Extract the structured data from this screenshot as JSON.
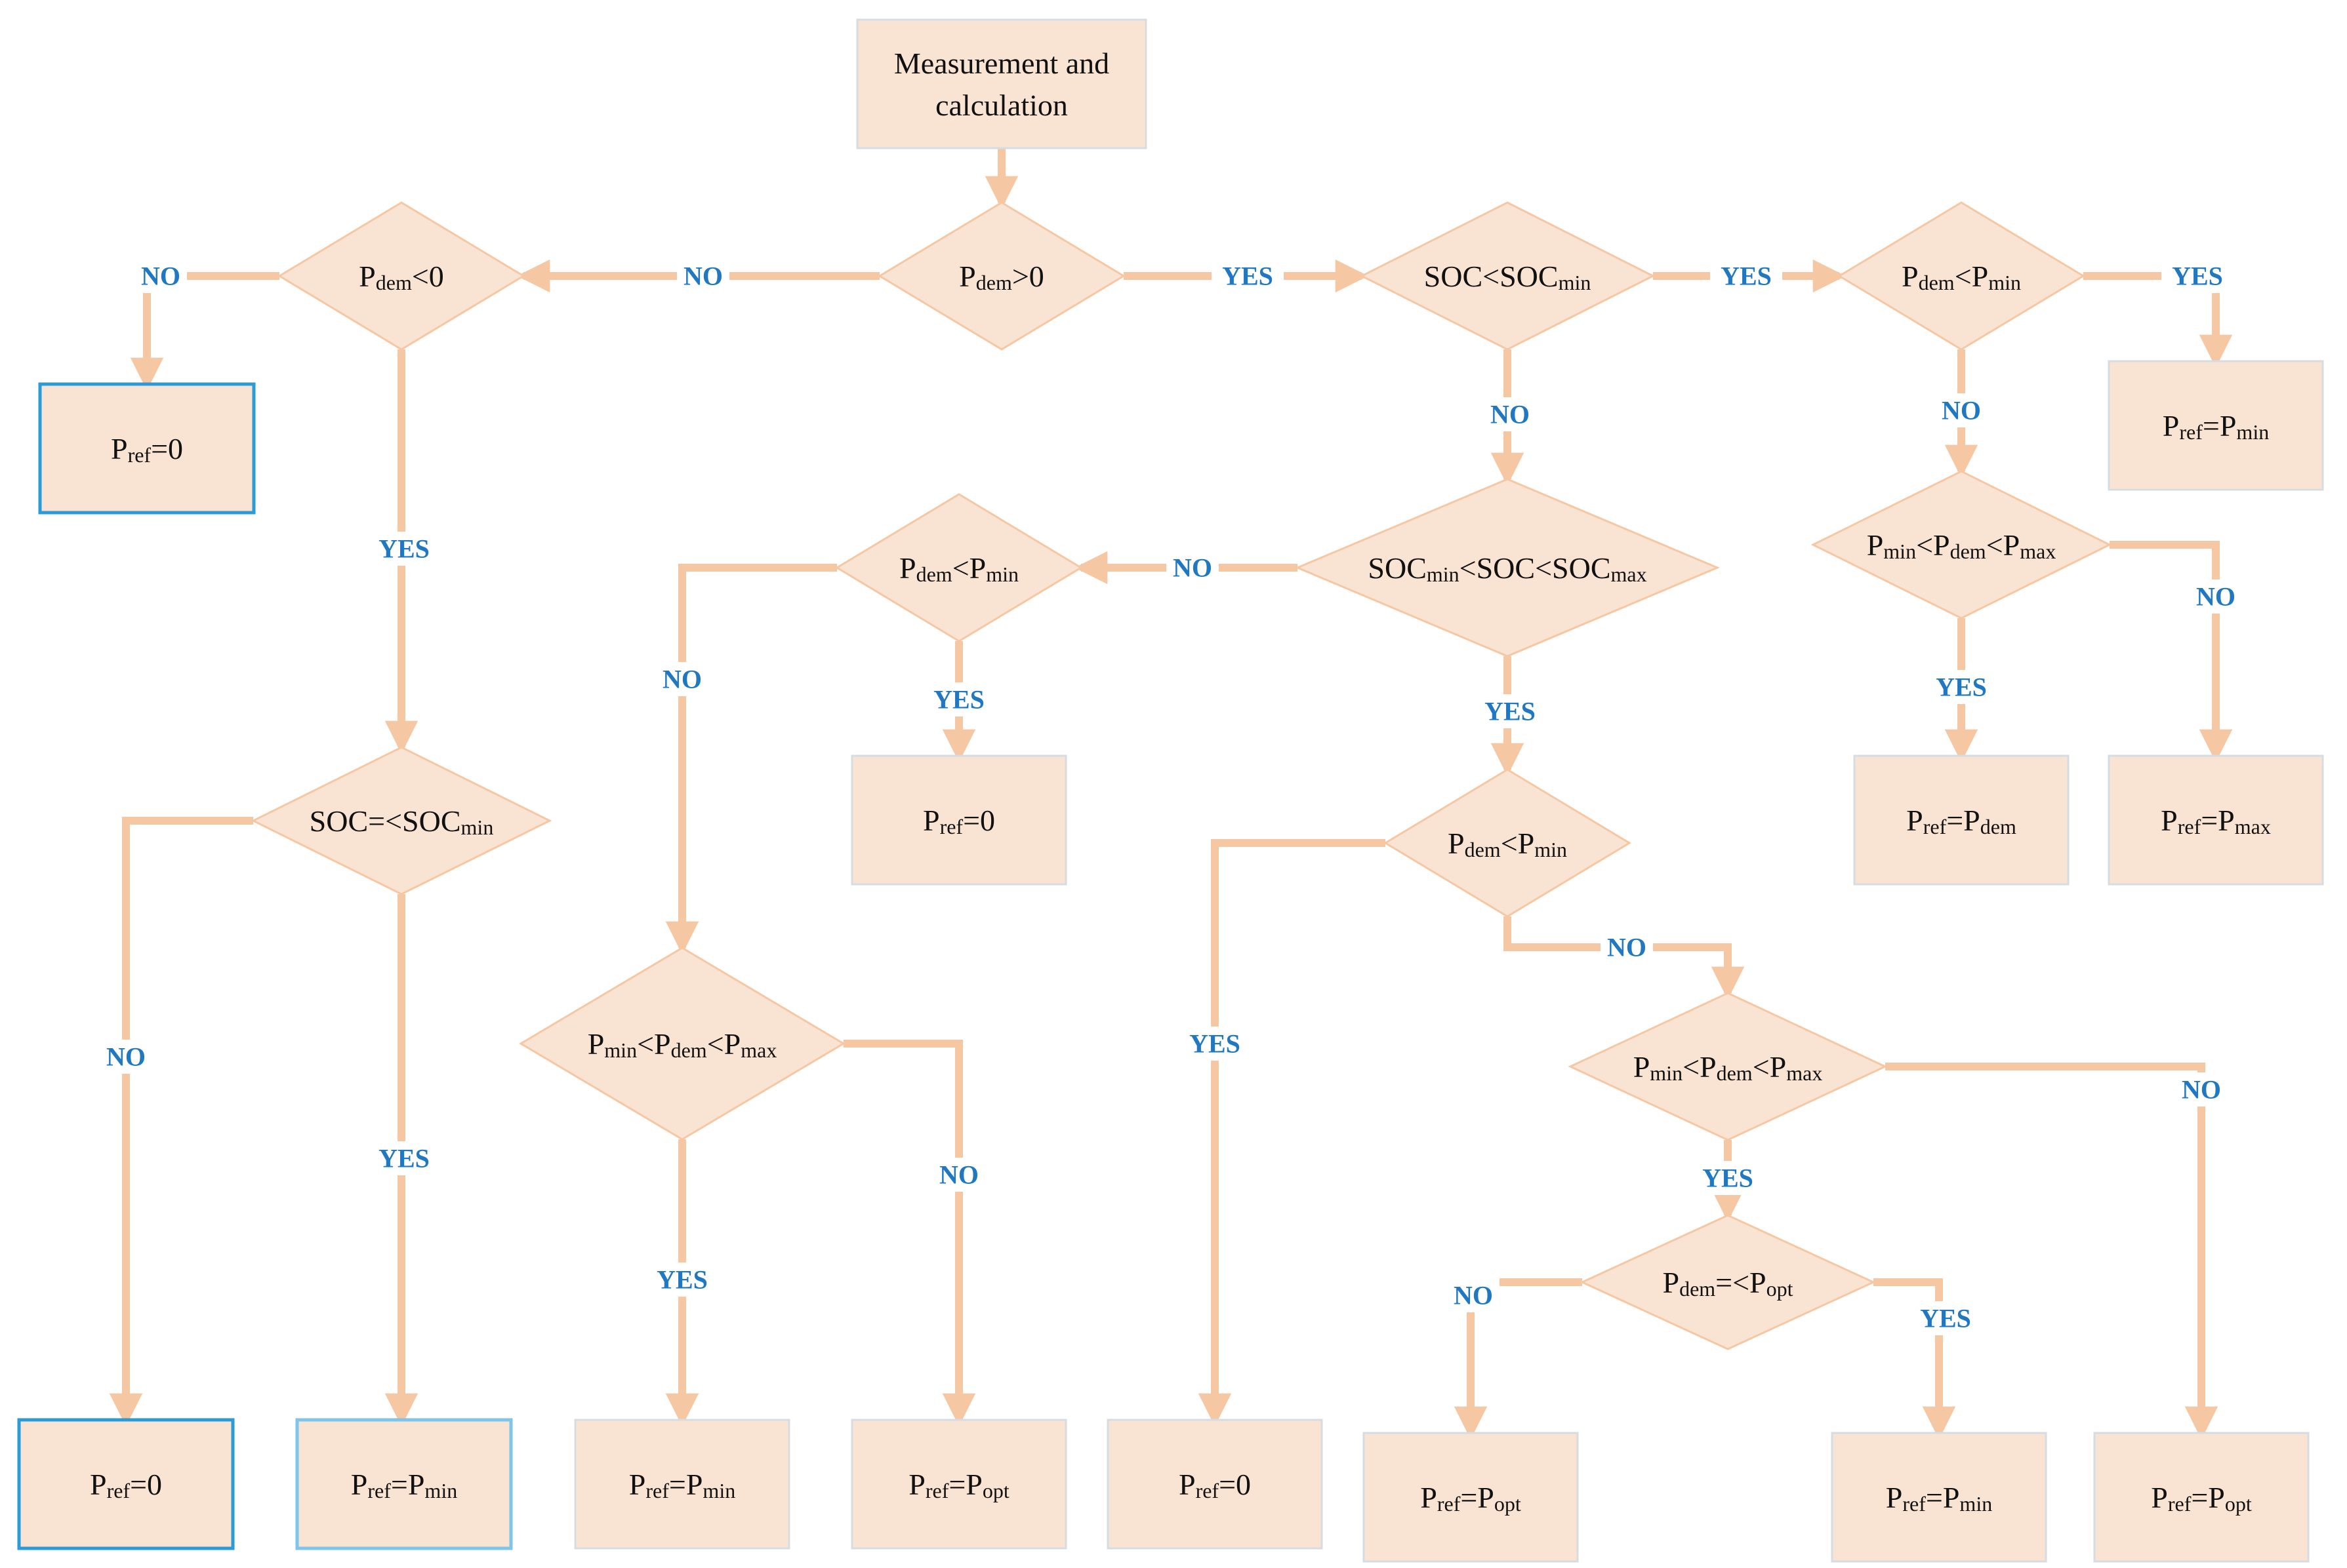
{
  "colors": {
    "fill": "#f9e4d4",
    "line": "#f6c7a3",
    "box_border": "#d6dde2",
    "diamond_border": "#f6c7a3",
    "highlight_dark": "#2a9bd6",
    "highlight_light": "#7ec5ea",
    "label": "#1f78c1",
    "text": "#111111"
  },
  "nodes": [
    {
      "id": "start",
      "shape": "box",
      "lines": [
        [
          {
            "t": "Measurement and"
          }
        ],
        [
          {
            "t": "calculation"
          }
        ]
      ]
    },
    {
      "id": "d_pdem_gt0",
      "shape": "diamond",
      "lines": [
        [
          {
            "t": "P"
          },
          {
            "t": "dem",
            "s": 1
          },
          {
            "t": ">0"
          }
        ]
      ]
    },
    {
      "id": "d_pdem_lt0",
      "shape": "diamond",
      "lines": [
        [
          {
            "t": "P"
          },
          {
            "t": "dem",
            "s": 1
          },
          {
            "t": "<0"
          }
        ]
      ]
    },
    {
      "id": "b_pref0_top",
      "shape": "box",
      "highlight": "dark",
      "lines": [
        [
          {
            "t": "P"
          },
          {
            "t": "ref",
            "s": 1
          },
          {
            "t": "=0"
          }
        ]
      ]
    },
    {
      "id": "d_soc_le_min",
      "shape": "diamond",
      "lines": [
        [
          {
            "t": "SOC=<SOC"
          },
          {
            "t": "min",
            "s": 1
          }
        ]
      ]
    },
    {
      "id": "b_pref0_bl",
      "shape": "box",
      "highlight": "dark",
      "lines": [
        [
          {
            "t": "P"
          },
          {
            "t": "ref",
            "s": 1
          },
          {
            "t": "=0"
          }
        ]
      ]
    },
    {
      "id": "b_prefmin_bl",
      "shape": "box",
      "highlight": "light",
      "lines": [
        [
          {
            "t": "P"
          },
          {
            "t": "ref",
            "s": 1
          },
          {
            "t": "=P"
          },
          {
            "t": "min",
            "s": 1
          }
        ]
      ]
    },
    {
      "id": "d_soc_lt_min",
      "shape": "diamond",
      "lines": [
        [
          {
            "t": "SOC<SOC"
          },
          {
            "t": "min",
            "s": 1
          }
        ]
      ]
    },
    {
      "id": "d_pdem_lt_pmin_r",
      "shape": "diamond",
      "lines": [
        [
          {
            "t": "P"
          },
          {
            "t": "dem",
            "s": 1
          },
          {
            "t": "<P"
          },
          {
            "t": "min",
            "s": 1
          }
        ]
      ]
    },
    {
      "id": "b_prefmin_r",
      "shape": "box",
      "lines": [
        [
          {
            "t": "P"
          },
          {
            "t": "ref",
            "s": 1
          },
          {
            "t": "=P"
          },
          {
            "t": "min",
            "s": 1
          }
        ]
      ]
    },
    {
      "id": "d_range_r",
      "shape": "diamond",
      "lines": [
        [
          {
            "t": "P"
          },
          {
            "t": "min",
            "s": 1
          },
          {
            "t": "<P"
          },
          {
            "t": "dem",
            "s": 1
          },
          {
            "t": "<P"
          },
          {
            "t": "max",
            "s": 1
          }
        ]
      ]
    },
    {
      "id": "b_prefdem_r",
      "shape": "box",
      "lines": [
        [
          {
            "t": "P"
          },
          {
            "t": "ref",
            "s": 1
          },
          {
            "t": "=P"
          },
          {
            "t": "dem",
            "s": 1
          }
        ]
      ]
    },
    {
      "id": "b_prefmax_r",
      "shape": "box",
      "lines": [
        [
          {
            "t": "P"
          },
          {
            "t": "ref",
            "s": 1
          },
          {
            "t": "=P"
          },
          {
            "t": "max",
            "s": 1
          }
        ]
      ]
    },
    {
      "id": "d_soc_mid",
      "shape": "diamond",
      "lines": [
        [
          {
            "t": "SOC"
          },
          {
            "t": "min",
            "s": 1
          },
          {
            "t": "<SOC<SOC"
          },
          {
            "t": "max",
            "s": 1
          }
        ]
      ]
    },
    {
      "id": "d_pdem_lt_pmin_m",
      "shape": "diamond",
      "lines": [
        [
          {
            "t": "P"
          },
          {
            "t": "dem",
            "s": 1
          },
          {
            "t": "<P"
          },
          {
            "t": "min",
            "s": 1
          }
        ]
      ]
    },
    {
      "id": "b_pref0_m",
      "shape": "box",
      "lines": [
        [
          {
            "t": "P"
          },
          {
            "t": "ref",
            "s": 1
          },
          {
            "t": "=0"
          }
        ]
      ]
    },
    {
      "id": "d_range_m",
      "shape": "diamond",
      "lines": [
        [
          {
            "t": "P"
          },
          {
            "t": "min",
            "s": 1
          },
          {
            "t": "<P"
          },
          {
            "t": "dem",
            "s": 1
          },
          {
            "t": "<P"
          },
          {
            "t": "max",
            "s": 1
          }
        ]
      ]
    },
    {
      "id": "b_prefmin_m",
      "shape": "box",
      "lines": [
        [
          {
            "t": "P"
          },
          {
            "t": "ref",
            "s": 1
          },
          {
            "t": "=P"
          },
          {
            "t": "min",
            "s": 1
          }
        ]
      ]
    },
    {
      "id": "b_prefopt_m",
      "shape": "box",
      "lines": [
        [
          {
            "t": "P"
          },
          {
            "t": "ref",
            "s": 1
          },
          {
            "t": "=P"
          },
          {
            "t": "opt",
            "s": 1
          }
        ]
      ]
    },
    {
      "id": "d_pdem_lt_pmin_c",
      "shape": "diamond",
      "lines": [
        [
          {
            "t": "P"
          },
          {
            "t": "dem",
            "s": 1
          },
          {
            "t": "<P"
          },
          {
            "t": "min",
            "s": 1
          }
        ]
      ]
    },
    {
      "id": "b_pref0_c",
      "shape": "box",
      "lines": [
        [
          {
            "t": "P"
          },
          {
            "t": "ref",
            "s": 1
          },
          {
            "t": "=0"
          }
        ]
      ]
    },
    {
      "id": "d_range_c",
      "shape": "diamond",
      "lines": [
        [
          {
            "t": "P"
          },
          {
            "t": "min",
            "s": 1
          },
          {
            "t": "<P"
          },
          {
            "t": "dem",
            "s": 1
          },
          {
            "t": "<P"
          },
          {
            "t": "max",
            "s": 1
          }
        ]
      ]
    },
    {
      "id": "d_pdem_le_popt",
      "shape": "diamond",
      "lines": [
        [
          {
            "t": "P"
          },
          {
            "t": "dem",
            "s": 1
          },
          {
            "t": "=<P"
          },
          {
            "t": "opt",
            "s": 1
          }
        ]
      ]
    },
    {
      "id": "b_prefopt_c1",
      "shape": "box",
      "lines": [
        [
          {
            "t": "P"
          },
          {
            "t": "ref",
            "s": 1
          },
          {
            "t": "=P"
          },
          {
            "t": "opt",
            "s": 1
          }
        ]
      ]
    },
    {
      "id": "b_prefmin_c",
      "shape": "box",
      "lines": [
        [
          {
            "t": "P"
          },
          {
            "t": "ref",
            "s": 1
          },
          {
            "t": "=P"
          },
          {
            "t": "min",
            "s": 1
          }
        ]
      ]
    },
    {
      "id": "b_prefopt_c2",
      "shape": "box",
      "lines": [
        [
          {
            "t": "P"
          },
          {
            "t": "ref",
            "s": 1
          },
          {
            "t": "=P"
          },
          {
            "t": "opt",
            "s": 1
          }
        ]
      ]
    }
  ],
  "edges": [
    {
      "id": "e0",
      "from": "start",
      "to": "d_pdem_gt0",
      "label": ""
    },
    {
      "id": "e1",
      "from": "d_pdem_gt0",
      "to": "d_pdem_lt0",
      "label": "NO"
    },
    {
      "id": "e2",
      "from": "d_pdem_gt0",
      "to": "d_soc_lt_min",
      "label": "YES"
    },
    {
      "id": "e3",
      "from": "d_pdem_lt0",
      "to": "b_pref0_top",
      "label": "NO"
    },
    {
      "id": "e4",
      "from": "d_pdem_lt0",
      "to": "d_soc_le_min",
      "label": "YES"
    },
    {
      "id": "e5",
      "from": "d_soc_le_min",
      "to": "b_pref0_bl",
      "label": "NO"
    },
    {
      "id": "e6",
      "from": "d_soc_le_min",
      "to": "b_prefmin_bl",
      "label": "YES"
    },
    {
      "id": "e7",
      "from": "d_soc_lt_min",
      "to": "d_pdem_lt_pmin_r",
      "label": "YES"
    },
    {
      "id": "e8",
      "from": "d_soc_lt_min",
      "to": "d_soc_mid",
      "label": "NO"
    },
    {
      "id": "e9",
      "from": "d_pdem_lt_pmin_r",
      "to": "b_prefmin_r",
      "label": "YES"
    },
    {
      "id": "e10",
      "from": "d_pdem_lt_pmin_r",
      "to": "d_range_r",
      "label": "NO"
    },
    {
      "id": "e11",
      "from": "d_range_r",
      "to": "b_prefdem_r",
      "label": "YES"
    },
    {
      "id": "e12",
      "from": "d_range_r",
      "to": "b_prefmax_r",
      "label": "NO"
    },
    {
      "id": "e13",
      "from": "d_soc_mid",
      "to": "d_pdem_lt_pmin_m",
      "label": "NO"
    },
    {
      "id": "e14",
      "from": "d_soc_mid",
      "to": "d_pdem_lt_pmin_c",
      "label": "YES"
    },
    {
      "id": "e15",
      "from": "d_pdem_lt_pmin_m",
      "to": "b_pref0_m",
      "label": "YES"
    },
    {
      "id": "e16",
      "from": "d_pdem_lt_pmin_m",
      "to": "d_range_m",
      "label": "NO"
    },
    {
      "id": "e17",
      "from": "d_range_m",
      "to": "b_prefmin_m",
      "label": "YES"
    },
    {
      "id": "e18",
      "from": "d_range_m",
      "to": "b_prefopt_m",
      "label": "NO"
    },
    {
      "id": "e19",
      "from": "d_pdem_lt_pmin_c",
      "to": "b_pref0_c",
      "label": "YES"
    },
    {
      "id": "e20",
      "from": "d_pdem_lt_pmin_c",
      "to": "d_range_c",
      "label": "NO"
    },
    {
      "id": "e21",
      "from": "d_range_c",
      "to": "d_pdem_le_popt",
      "label": "YES"
    },
    {
      "id": "e22",
      "from": "d_range_c",
      "to": "b_prefopt_c2",
      "label": "NO"
    },
    {
      "id": "e23",
      "from": "d_pdem_le_popt",
      "to": "b_prefopt_c1",
      "label": "NO"
    },
    {
      "id": "e24",
      "from": "d_pdem_le_popt",
      "to": "b_prefmin_c",
      "label": "YES"
    }
  ]
}
